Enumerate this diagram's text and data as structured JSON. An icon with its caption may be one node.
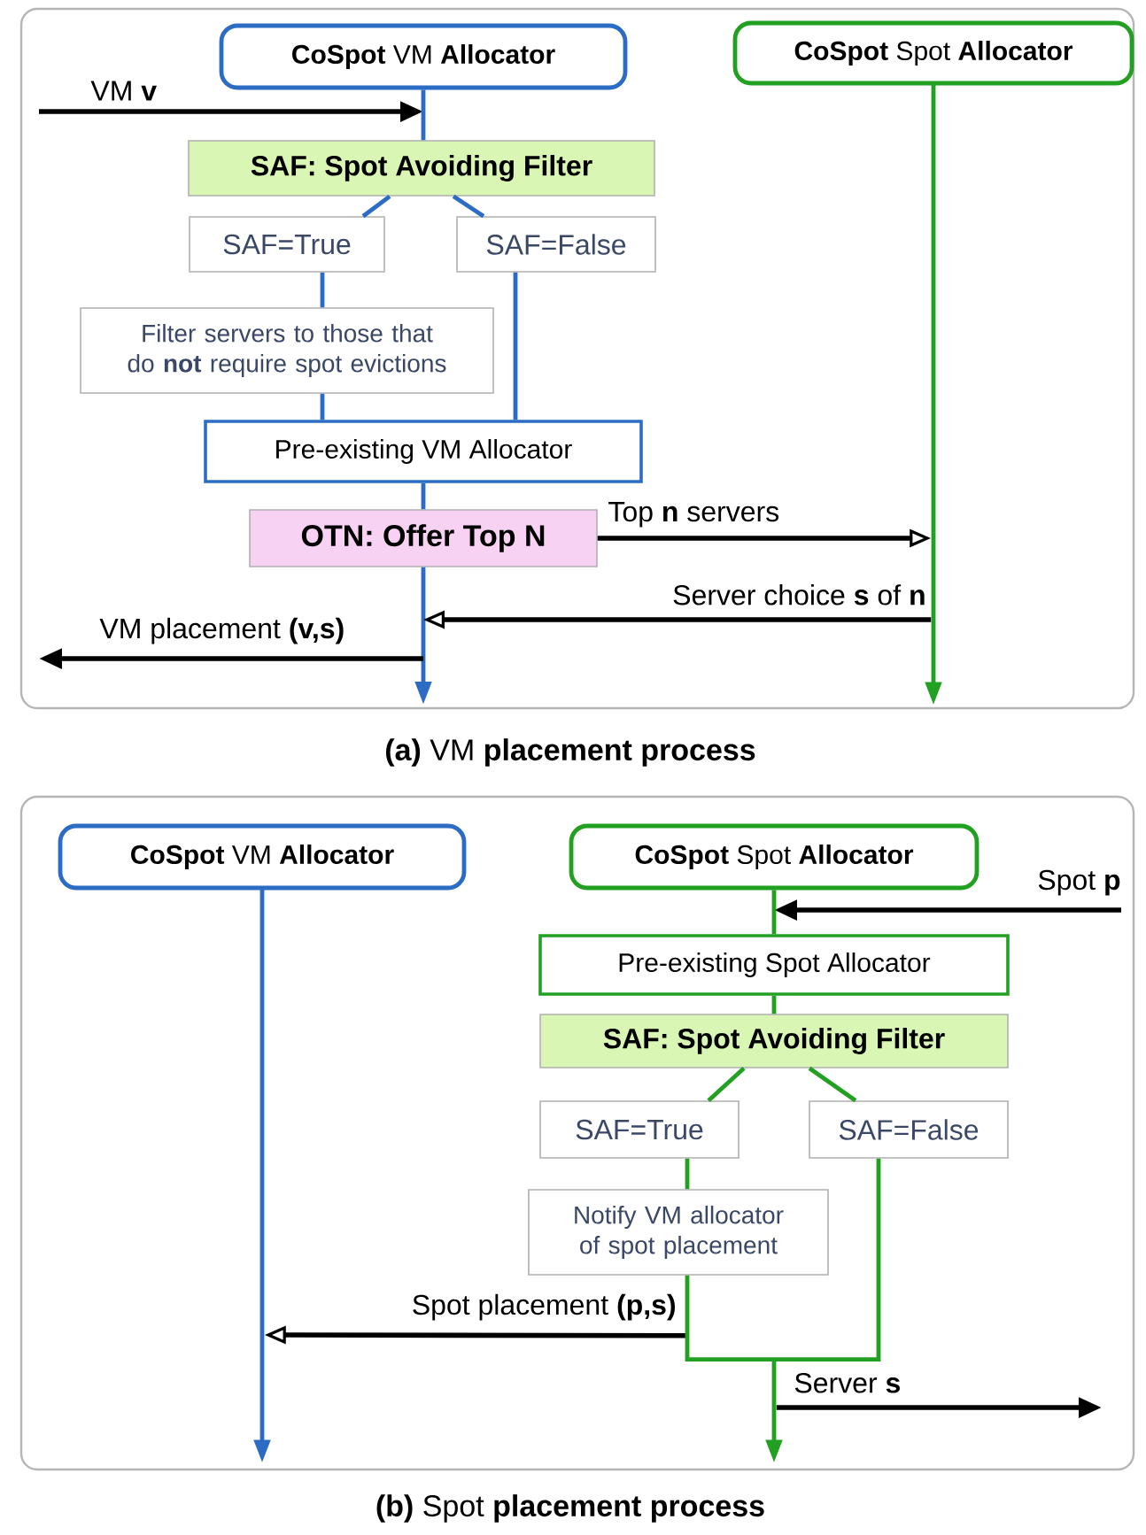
{
  "diagram": {
    "nodes": [
      {
        "text": [],
        "shape": "box"
      },
      {
        "text": [
          "**CoSpot** VM **Allocator**"
        ],
        "in": 0
      },
      {
        "text": [
          "**CoSpot** Spot **Allocator**"
        ],
        "in": 0
      },
      {
        "text": [
          "SAF: Spot Avoiding Filter"
        ],
        "in": 0
      },
      {
        "text": [
          "SAF=True"
        ],
        "in": 0
      },
      {
        "text": [
          "SAF=False"
        ],
        "in": 0
      },
      {
        "text": [
          "Filter servers to those that do **not** require spot evictions"
        ],
        "in": 0
      },
      {
        "text": [
          "Pre-existing VM Allocator"
        ],
        "in": 0
      },
      {
        "text": [
          "OTN: Offer Top N"
        ],
        "in": 0
      },
      {
        "text": [],
        "shape": "box"
      },
      {
        "text": [
          "**CoSpot** VM **Allocator**"
        ],
        "in": 9
      },
      {
        "text": [
          "**CoSpot** Spot **Allocator**"
        ],
        "in": 9
      },
      {
        "text": [
          "Pre-existing Spot Allocator"
        ],
        "in": 9
      },
      {
        "text": [
          "SAF: Spot Avoiding Filter"
        ],
        "in": 9
      },
      {
        "text": [
          "SAF=True"
        ],
        "in": 9
      },
      {
        "text": [
          "SAF=False"
        ],
        "in": 9
      },
      {
        "text": [
          "Notify VM allocator of spot placement"
        ],
        "in": 9
      },
      {
        "text": [],
        "shape": "line",
        "in": 0
      },
      {
        "text": [],
        "shape": "line",
        "in": 9
      },
      {
        "text": [],
        "shape": "line",
        "in": 9
      }
    ],
    "edges": [
      {
        "from": null,
        "to": 1,
        "arrow": "to",
        "label": "VM **v**",
        "color": "#000000"
      },
      {
        "from": 1,
        "to": 3,
        "arrow": "none"
      },
      {
        "from": 3,
        "to": 4,
        "arrow": "none"
      },
      {
        "from": 3,
        "to": 5,
        "arrow": "none"
      },
      {
        "from": 4,
        "to": 6,
        "arrow": "none"
      },
      {
        "from": 6,
        "to": 7,
        "arrow": "none"
      },
      {
        "from": 5,
        "to": 7,
        "arrow": "none"
      },
      {
        "from": 7,
        "to": 8,
        "arrow": "none"
      },
      {
        "from": 8,
        "to": null,
        "arrow": "to"
      },
      {
        "from": 8,
        "to": 17,
        "arrow": "to",
        "label": "Top **n** servers",
        "color": "#000000"
      },
      {
        "from": 17,
        "to": 8,
        "arrow": "to",
        "label": "Server choice **s** of **n**",
        "color": "#000000"
      },
      {
        "from": 8,
        "to": null,
        "arrow": "to",
        "label": "VM placement **(v,s)**",
        "color": "#000000"
      },
      {
        "from": null,
        "to": 11,
        "arrow": "to",
        "label": "Spot **p**",
        "color": "#000000"
      },
      {
        "from": 11,
        "to": 12,
        "arrow": "none",
        "color": "#22a022"
      },
      {
        "from": 12,
        "to": 13,
        "arrow": "none",
        "color": "#22a022"
      },
      {
        "from": 13,
        "to": 14,
        "arrow": "none",
        "color": "#22a022"
      },
      {
        "from": 13,
        "to": 15,
        "arrow": "none",
        "color": "#22a022"
      },
      {
        "from": 14,
        "to": 16,
        "arrow": "none",
        "color": "#22a022"
      },
      {
        "from": 16,
        "to": 18,
        "arrow": "to",
        "label": "Spot placement **(p,s)**",
        "color": "#000000"
      },
      {
        "from": 16,
        "to": 19,
        "arrow": "none",
        "color": "#22a022"
      },
      {
        "from": 15,
        "to": 19,
        "arrow": "none",
        "color": "#22a022"
      },
      {
        "from": 19,
        "to": null,
        "arrow": "to",
        "label": "Server **s**",
        "color": "#000000"
      }
    ],
    "labels": [
      "**(a)** VM **placement process**",
      "**(b)** Spot **placement process**"
    ]
  }
}
